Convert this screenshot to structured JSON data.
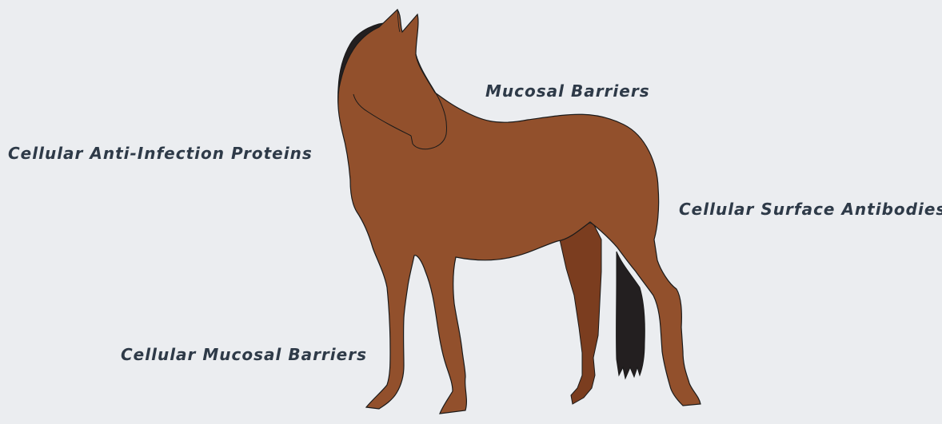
{
  "labels": {
    "mucosal_barriers": "Mucosal Barriers",
    "cellular_anti_infection_proteins": "Cellular Anti-Infection Proteins",
    "cellular_surface_antibodies": "Cellular Surface Antibodies",
    "cellular_mucosal_barriers": "Cellular Mucosal Barriers"
  },
  "colors": {
    "background": "#ebedf0",
    "label_text": "#2e3a48",
    "horse_body": "#92502c",
    "horse_far_legs": "#7b3d1f",
    "mane_tail": "#231f20",
    "outline": "#1a1a1a"
  }
}
